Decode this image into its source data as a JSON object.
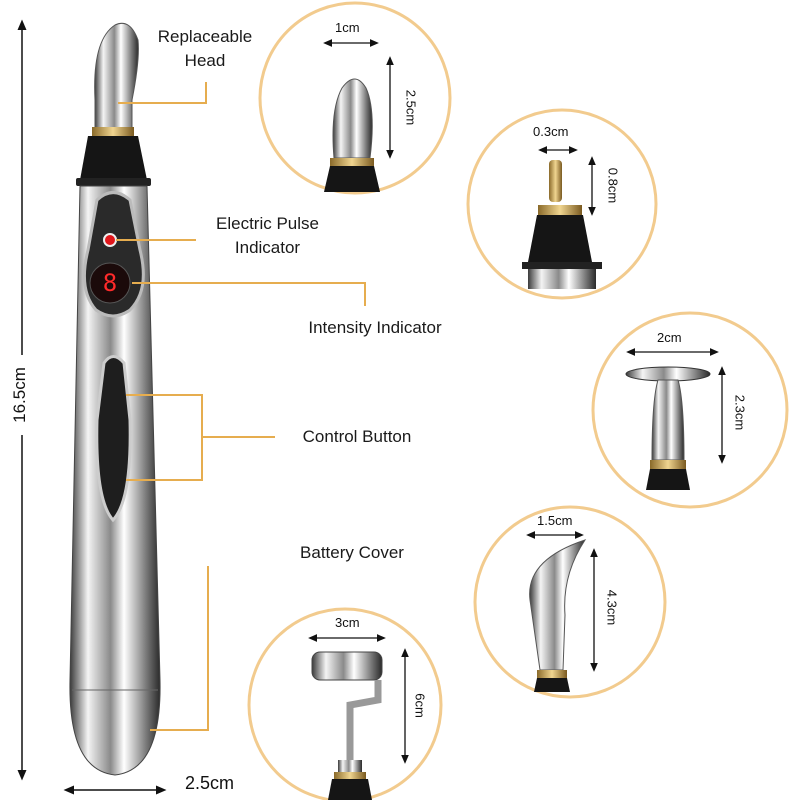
{
  "labels": {
    "head_1": "Replaceable",
    "head_2": "Head",
    "pulse_1": "Electric Pulse",
    "pulse_2": "Indicator",
    "intensity": "Intensity Indicator",
    "control": "Control Button",
    "battery": "Battery Cover"
  },
  "dimensions": {
    "pen_length": "16.5cm",
    "pen_width": "2.5cm",
    "ball_head": {
      "width": "1cm",
      "height": "2.5cm"
    },
    "needle_head": {
      "width": "0.3cm",
      "height": "0.8cm"
    },
    "flat_head": {
      "width": "2cm",
      "height": "2.3cm"
    },
    "spoon_head": {
      "width": "1.5cm",
      "height": "4.3cm"
    },
    "roller_head": {
      "width": "3cm",
      "height": "6cm"
    }
  },
  "display_digit": "8",
  "colors": {
    "accent": "#e6ad4f",
    "ring": "#f2cb8e",
    "led": "#e0161b"
  }
}
